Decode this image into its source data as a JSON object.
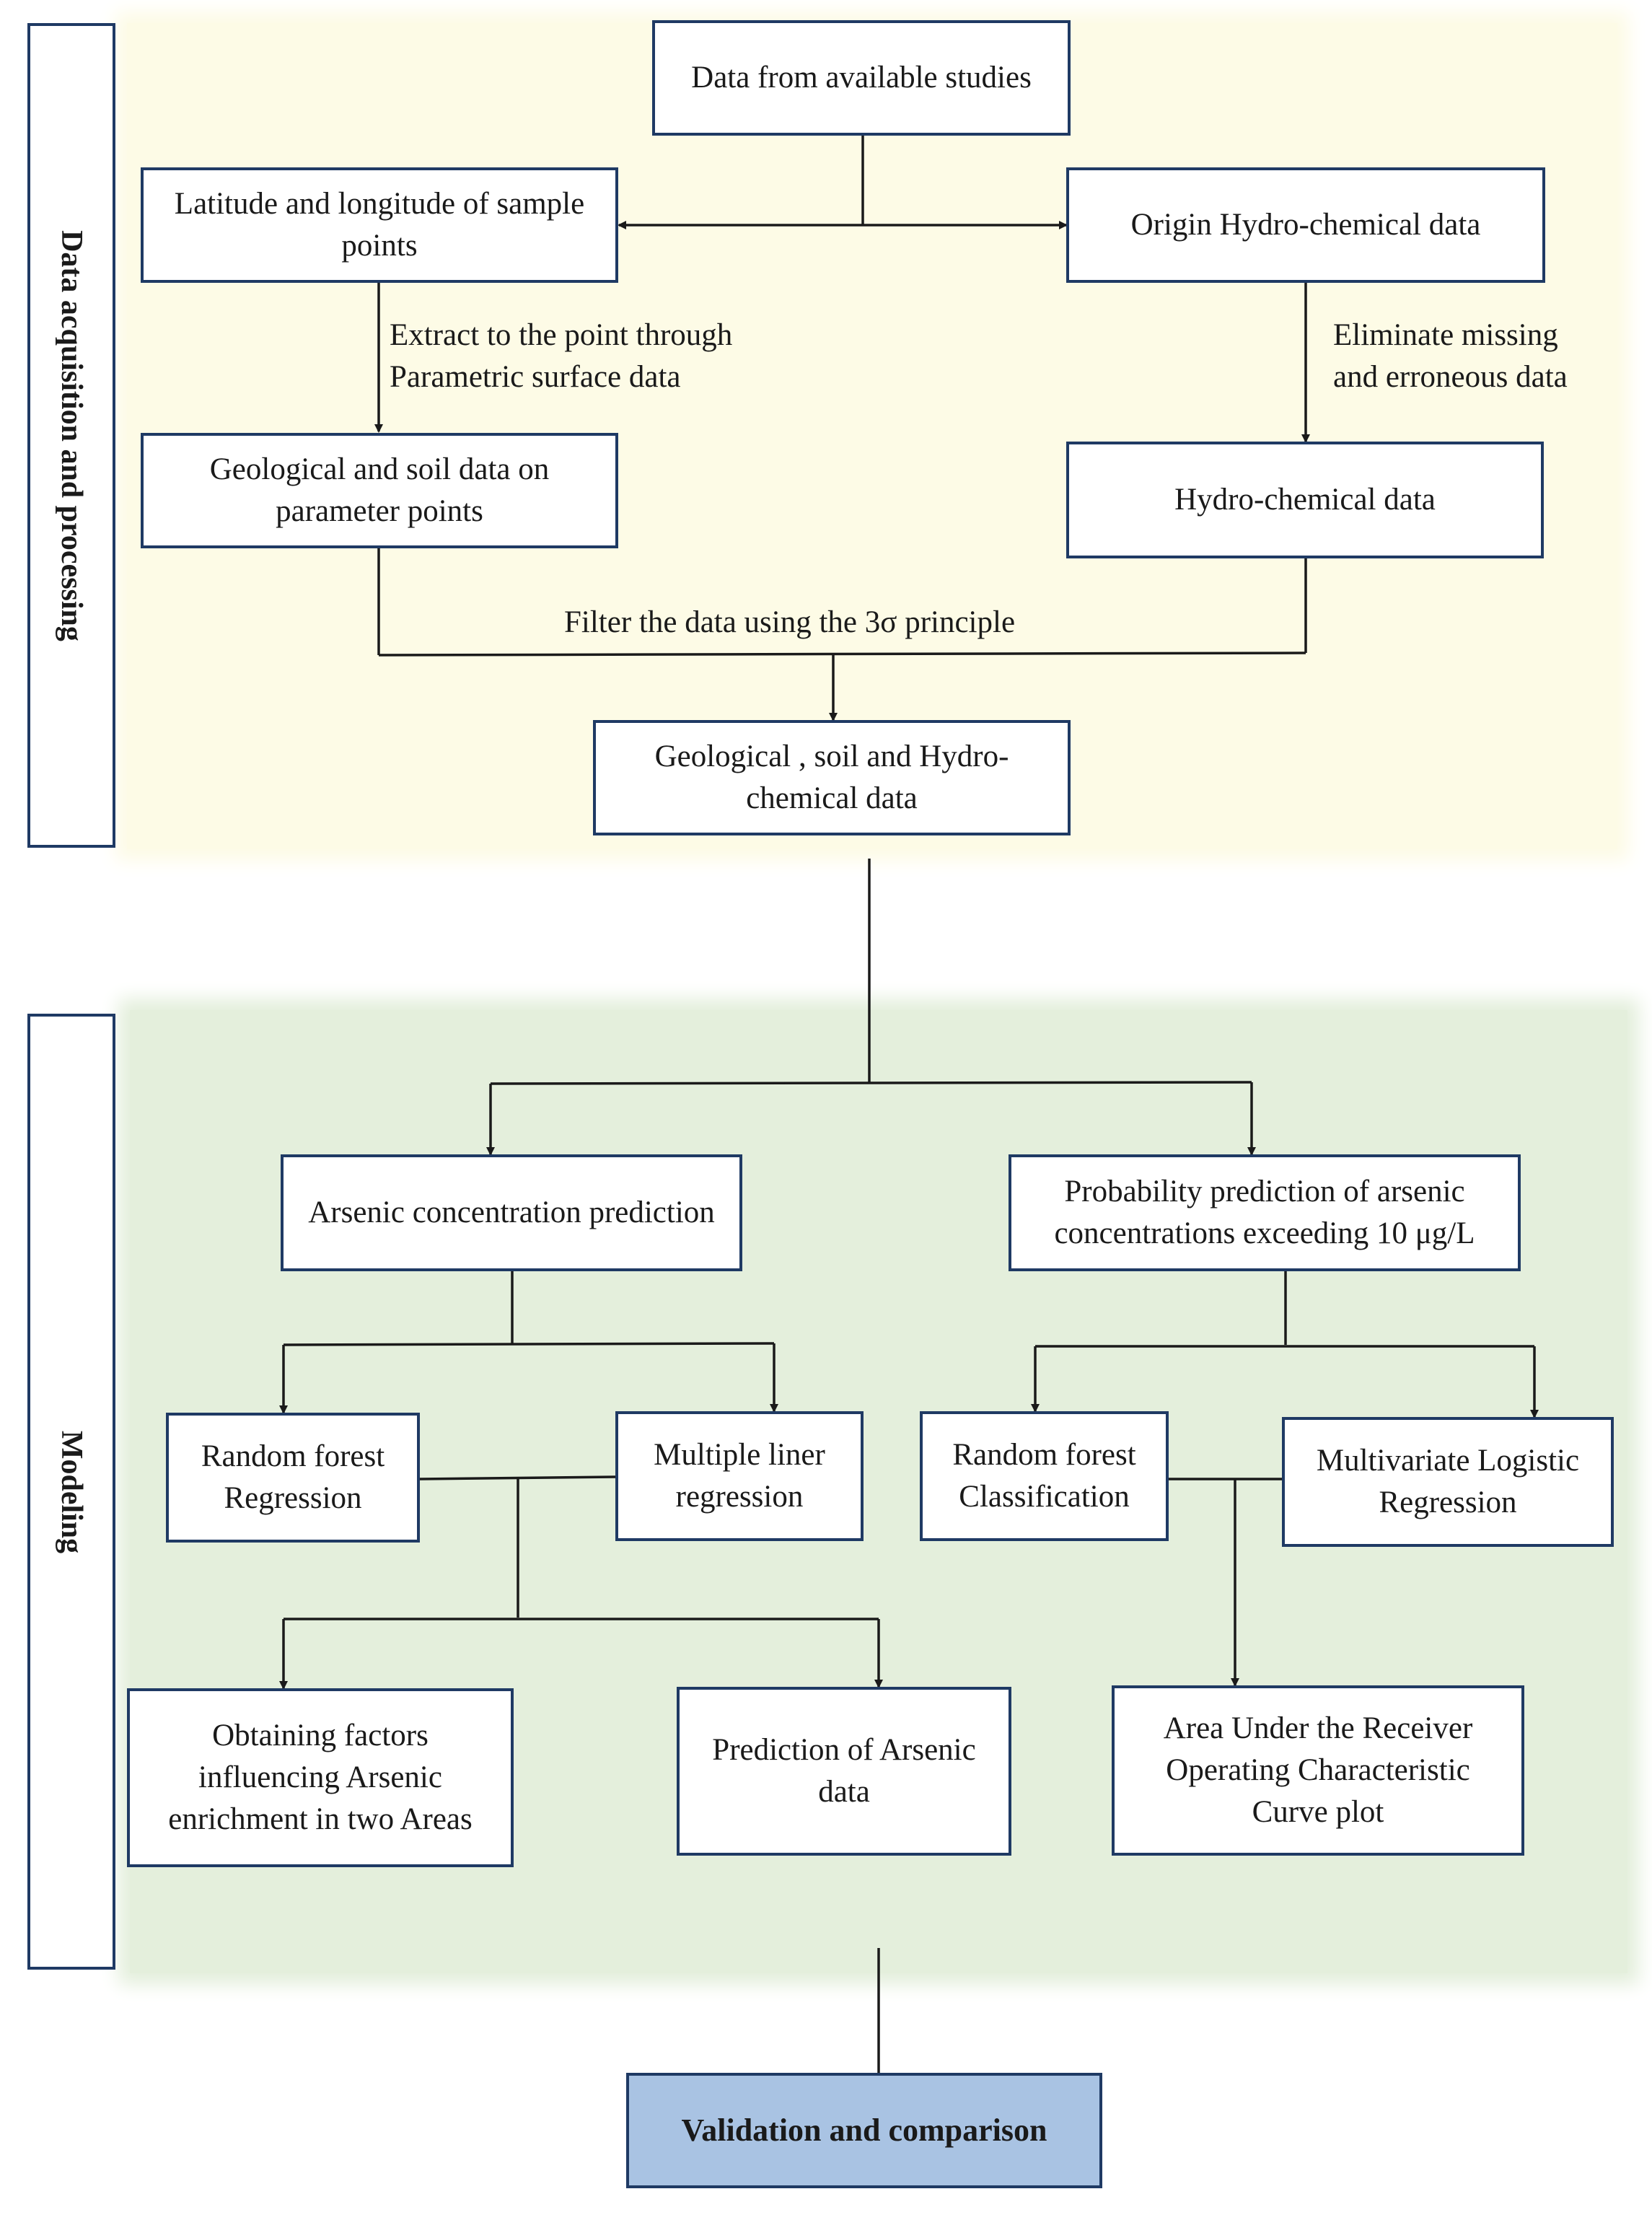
{
  "sections": {
    "acquisition_label": "Data acquisition and processing",
    "modeling_label": "Modeling"
  },
  "nodes": {
    "data_sources": "Data from available studies",
    "lat_long": "Latitude and longitude of sample points",
    "origin_hydro": "Origin Hydro-chemical data",
    "geo_soil_points": "Geological and soil data on parameter points",
    "hydro_data": "Hydro-chemical data",
    "combined_data": "Geological , soil and Hydro-chemical data",
    "arsenic_prediction": "Arsenic concentration prediction",
    "probability_prediction": "Probability prediction of arsenic concentrations exceeding 10 μg/L",
    "rf_regression": "Random forest Regression",
    "multiple_liner": "Multiple liner regression",
    "rf_classification": "Random forest Classification",
    "multivariate_logistic": "Multivariate Logistic Regression",
    "obtaining_factors": "Obtaining factors influencing Arsenic enrichment in two Areas",
    "prediction_arsenic": "Prediction of Arsenic data",
    "auc_plot": "Area Under the Receiver Operating Characteristic Curve plot",
    "validation": "Validation and  comparison"
  },
  "edge_labels": {
    "extract": "Extract to the point through\nParametric surface data",
    "eliminate": "Eliminate missing\nand erroneous data",
    "filter": "Filter the data using the 3σ principle"
  },
  "colors": {
    "acquisition_panel": "#fdfbe6",
    "modeling_panel": "#e4efdc",
    "box_border": "#1f3a64",
    "final_box": "#a9c3e3"
  }
}
